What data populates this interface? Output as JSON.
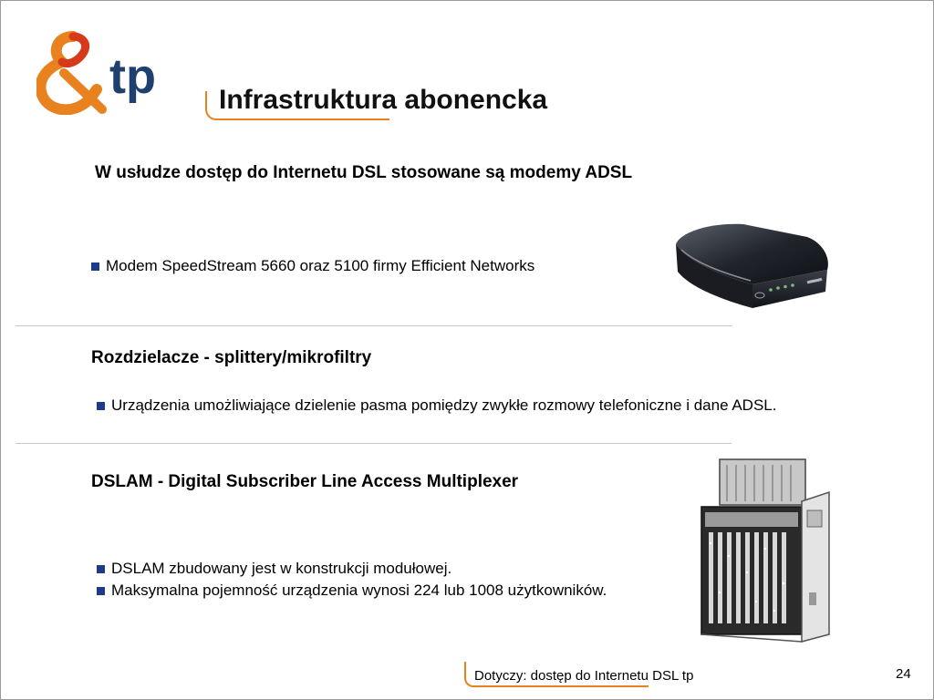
{
  "logo": {
    "text": "tp"
  },
  "title": "Infrastruktura abonencka",
  "subtitle": "W usłudze dostęp do Internetu DSL stosowane są modemy ADSL",
  "modem_section": {
    "bullet": "Modem SpeedStream 5660 oraz 5100 firmy Efficient Networks"
  },
  "splitter_section": {
    "heading": "Rozdzielacze - splittery/mikrofiltry",
    "bullet": "Urządzenia umożliwiające dzielenie pasma pomiędzy  zwykłe rozmowy telefoniczne i dane ADSL."
  },
  "dslam_section": {
    "heading": "DSLAM - Digital Subscriber Line Access Multiplexer",
    "bullets": [
      "DSLAM zbudowany jest  w konstrukcji modułowej.",
      "Maksymalna pojemność urządzenia  wynosi 224 lub 1008 użytkowników."
    ]
  },
  "footer": {
    "text": "Dotyczy: dostęp do Internetu DSL tp",
    "page": "24"
  },
  "colors": {
    "brand_orange": "#e8821f",
    "brand_navy": "#1f3f6e",
    "bullet_blue": "#1e3a8a"
  }
}
